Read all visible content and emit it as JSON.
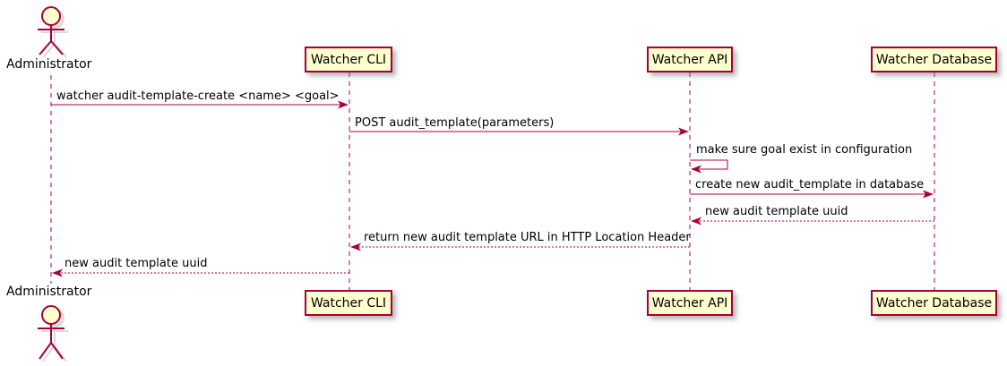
{
  "diagram_type": "uml-sequence-diagram",
  "colors": {
    "participant_fill": "#FEFECE",
    "stroke": "#A80036",
    "text": "#000000"
  },
  "actor": {
    "label": "Administrator"
  },
  "participants": [
    {
      "label": "Watcher CLI"
    },
    {
      "label": "Watcher API"
    },
    {
      "label": "Watcher Database"
    }
  ],
  "messages": [
    {
      "from": "Administrator",
      "to": "Watcher CLI",
      "line": "solid",
      "label": "watcher audit-template-create <name> <goal>"
    },
    {
      "from": "Watcher CLI",
      "to": "Watcher API",
      "line": "solid",
      "label": "POST audit_template(parameters)"
    },
    {
      "from": "Watcher API",
      "to": "Watcher API",
      "line": "solid",
      "label": "make sure goal exist in configuration"
    },
    {
      "from": "Watcher API",
      "to": "Watcher Database",
      "line": "solid",
      "label": "create new audit_template in database"
    },
    {
      "from": "Watcher Database",
      "to": "Watcher API",
      "line": "dashed",
      "label": "new audit template uuid"
    },
    {
      "from": "Watcher API",
      "to": "Watcher CLI",
      "line": "dashed",
      "label": "return new audit template URL in HTTP Location Header"
    },
    {
      "from": "Watcher CLI",
      "to": "Administrator",
      "line": "dashed",
      "label": "new audit template uuid"
    }
  ]
}
